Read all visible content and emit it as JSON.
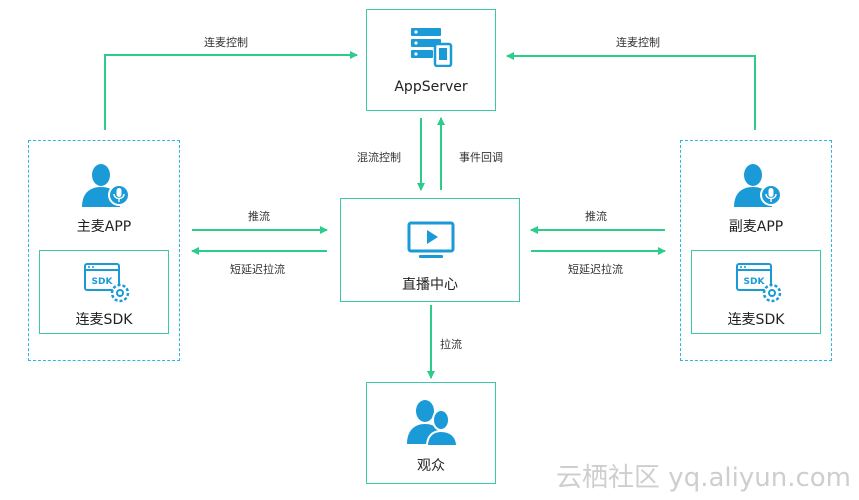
{
  "colors": {
    "node_border": "#3cc8a4",
    "arrow": "#2ecc8a",
    "dashed_group": "#2fb5e0",
    "icon_blue": "#1a9ad6"
  },
  "nodes": {
    "appserver": "AppServer",
    "live_center": "直播中心",
    "audience": "观众",
    "host_app": "主麦APP",
    "host_sdk": "连麦SDK",
    "guest_app": "副麦APP",
    "guest_sdk": "连麦SDK",
    "sdk_badge": "SDK"
  },
  "edges": {
    "host_control": "连麦控制",
    "guest_control": "连麦控制",
    "mix_control": "混流控制",
    "event_callback": "事件回调",
    "host_push": "推流",
    "host_pull": "短延迟拉流",
    "guest_push": "推流",
    "guest_pull": "短延迟拉流",
    "audience_pull": "拉流"
  },
  "watermark": "云栖社区 yq.aliyun.com",
  "icons": [
    "server-device-icon",
    "video-screen-icon",
    "audience-users-icon",
    "user-mic-icon",
    "sdk-gear-icon"
  ]
}
